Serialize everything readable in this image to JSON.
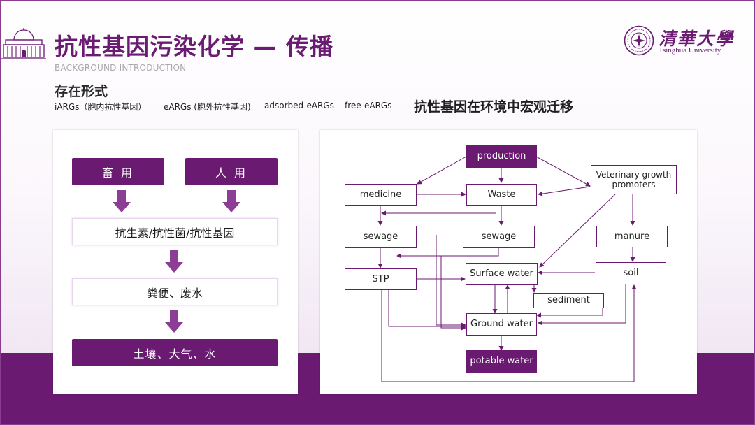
{
  "header": {
    "title": "抗性基因污染化学 — 传播",
    "subtitle": "BACKGROUND INTRODUCTION"
  },
  "brand": {
    "name_cn": "清華大學",
    "name_en": "Tsinghua University"
  },
  "intro": {
    "section_title": "存在形式",
    "forms": [
      "iARGs（胞内抗性基因）",
      "eARGs (胞外抗性基因)",
      "adsorbed-eARGs",
      "free-eARGs"
    ],
    "macro_title": "抗性基因在环境中宏观迁移"
  },
  "left_flow": {
    "source_livestock": "畜 用",
    "source_human": "人 用",
    "step_antibiotics": "抗生素/抗性菌/抗性基因",
    "step_waste": "粪便、废水",
    "step_environment": "土壤、大气、水"
  },
  "right_flow": {
    "production": "production",
    "medicine": "medicine",
    "waste": "Waste",
    "veterinary": "Veterinary growth promoters",
    "sewage_left": "sewage",
    "sewage_mid": "sewage",
    "manure": "manure",
    "stp": "STP",
    "surface_water": "Surface water",
    "soil": "soil",
    "sediment": "sediment",
    "ground_water": "Ground water",
    "potable_water": "potable water"
  },
  "colors": {
    "accent": "#6b1a72",
    "arrow": "#8c3d96"
  }
}
